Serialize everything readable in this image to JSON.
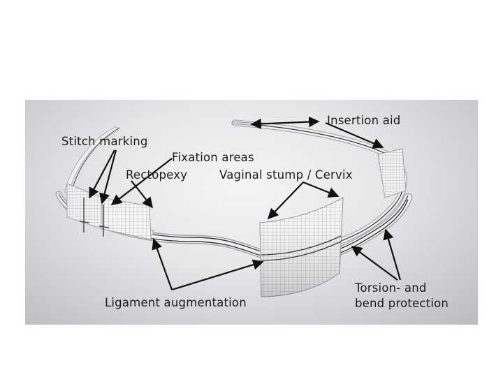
{
  "labels": {
    "insertion_aid": "Insertion aid",
    "stitch_marking": "Stitch marking",
    "fixation_areas": "Fixation areas",
    "rectopexy": "Rectopexy",
    "vaginal_stump_cervix": "Vaginal stump / Cervix",
    "ligament_augmentation": "Ligament augmentation",
    "torsion_bend_protection_line1": "Torsion- and",
    "torsion_bend_protection_line2": "bend protection"
  },
  "colors": {
    "background": "#ffffff",
    "photo_background": "#dfe0e2",
    "mesh": "#8e9196",
    "mesh_light": "#f3f3f3",
    "tube": "#3a3a3c",
    "arrow": "#111111",
    "text": "#1c1c1c"
  }
}
